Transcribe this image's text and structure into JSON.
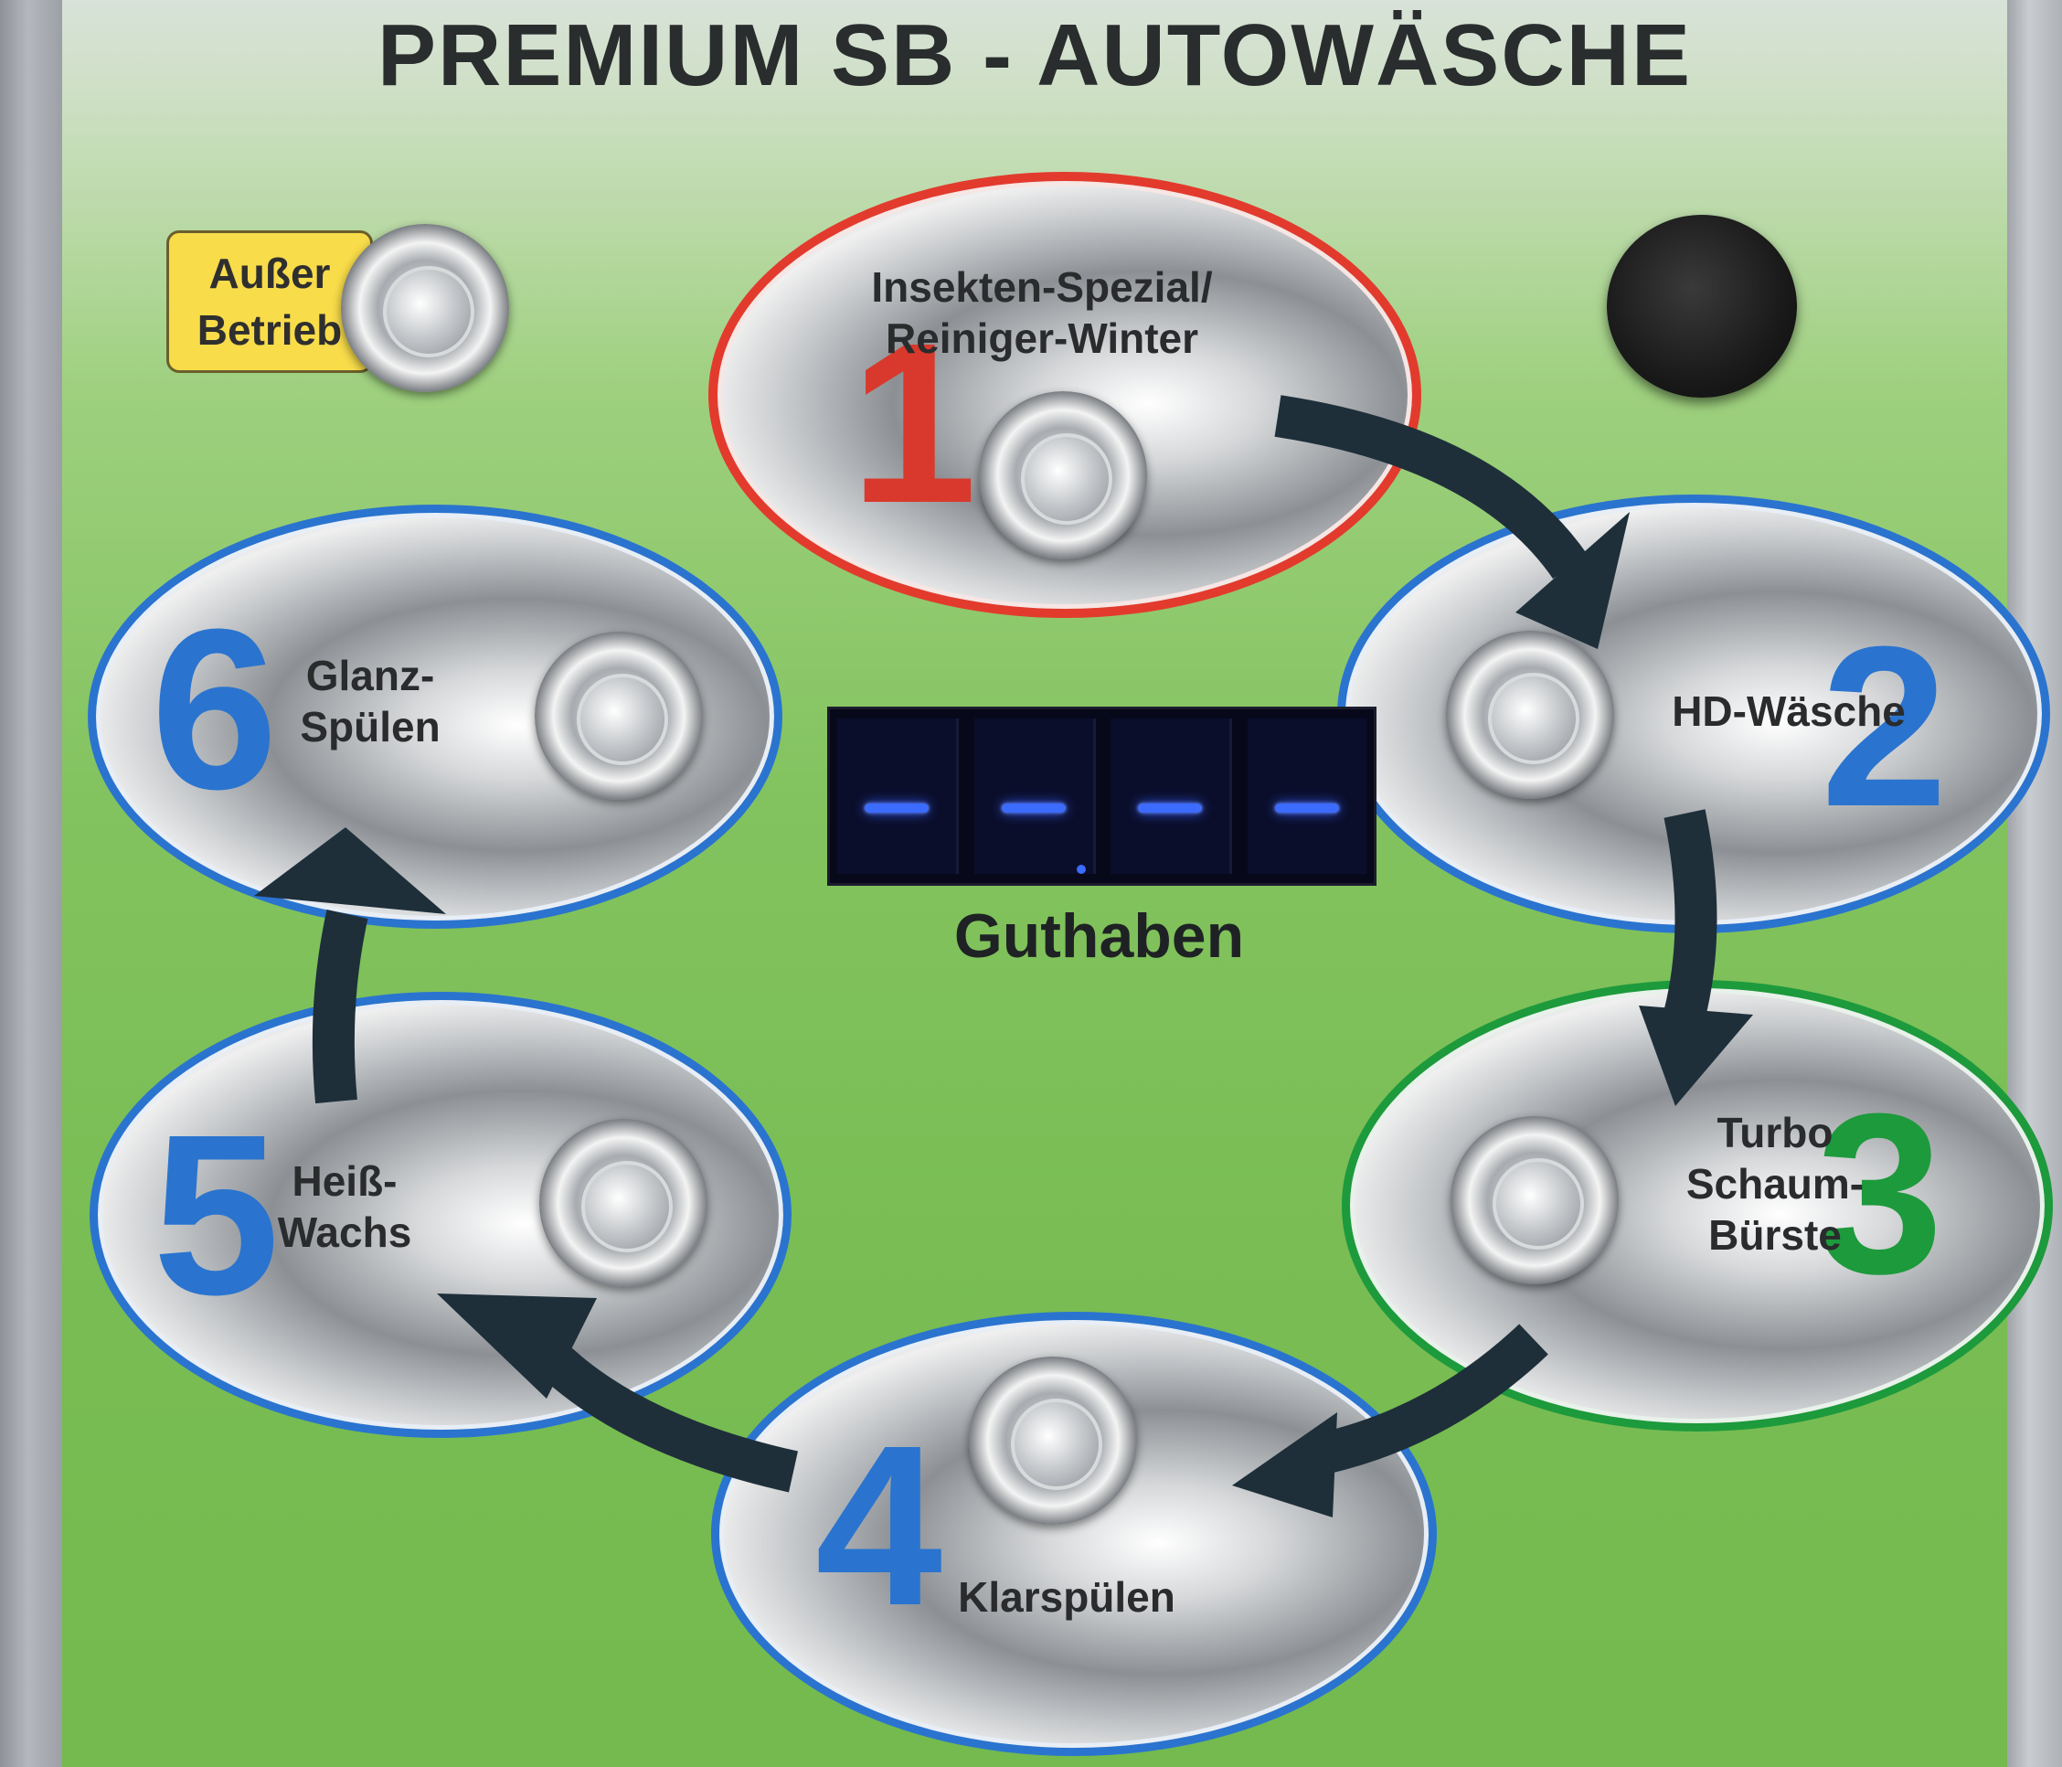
{
  "title": "PREMIUM SB - AUTOWÄSCHE",
  "status_badge": {
    "line1": "Außer",
    "line2": "Betrieb"
  },
  "display": {
    "readout": "--.--",
    "caption": "Guthaben",
    "digit_color": "#3b6bff"
  },
  "programs": [
    {
      "number": "1",
      "line1": "Insekten-Spezial/",
      "line2": "Reiniger-Winter",
      "ring_color": "#e23b2d"
    },
    {
      "number": "2",
      "line1": "HD-Wäsche",
      "line2": "",
      "ring_color": "#2a74cf"
    },
    {
      "number": "3",
      "line1": "Turbo",
      "line2": "Schaum-",
      "line3": "Bürste",
      "ring_color": "#1d9a3c"
    },
    {
      "number": "4",
      "line1": "Klarspülen",
      "line2": "",
      "ring_color": "#2a74cf"
    },
    {
      "number": "5",
      "line1": "Heiß-",
      "line2": "Wachs",
      "ring_color": "#2a74cf"
    },
    {
      "number": "6",
      "line1": "Glanz-",
      "line2": "Spülen",
      "ring_color": "#2a74cf"
    }
  ],
  "colors": {
    "panel_green": "#7cbf57",
    "arrow": "#1e2f3a"
  }
}
